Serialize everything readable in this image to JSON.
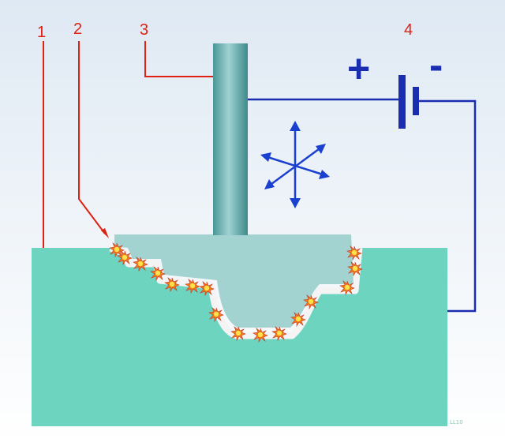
{
  "labels": {
    "one": "1",
    "two": "2",
    "three": "3",
    "four": "4"
  },
  "power": {
    "plus": "+",
    "minus": "-"
  },
  "watermark": "LL10",
  "colors": {
    "workpiece": "#6cd4bf",
    "tool": "#a2d3d1",
    "electrode": "#5fa8a8",
    "leader": "#e02010",
    "circuit": "#1a2db0",
    "spark": "#f2c21a"
  },
  "icons": {
    "motion": "multi-direction-arrows-icon",
    "battery": "battery-icon",
    "spark": "spark-icon"
  }
}
